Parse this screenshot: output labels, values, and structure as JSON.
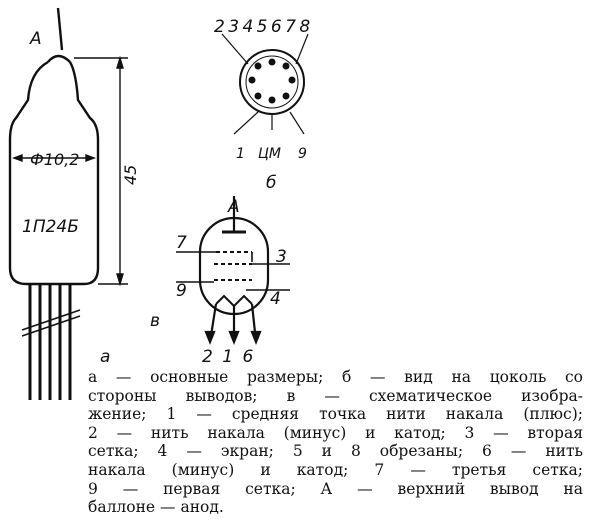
{
  "labels": {
    "anode": "A",
    "diameter": "Ф10,2",
    "height": "45",
    "tube_type": "1П24Б",
    "view_a": "а",
    "view_b": "б",
    "view_v": "в",
    "socket_top": "2 3 4 5 6 7 8",
    "socket_bottom_1": "1",
    "socket_bottom_cm": "ЦМ",
    "socket_bottom_9": "9",
    "schem_anode": "А",
    "schem_7": "7",
    "schem_3": "3",
    "schem_9": "9",
    "schem_4": "4",
    "schem_bottom": "2 1 6"
  },
  "caption": [
    "а — основные размеры; б — вид на цоколь со",
    "стороны выводов; в — схематическое изобра-",
    "жение; 1 — средняя точка нити накала (плюс);",
    "2 — нить накала (минус) и катод; 3 — вторая",
    "сетка; 4 — экран; 5 и 8 обрезаны; 6 — нить",
    "накала (минус) и катод; 7 — третья сетка;",
    "9 — первая сетка; А — верхний вывод на",
    "баллоне — анод."
  ]
}
